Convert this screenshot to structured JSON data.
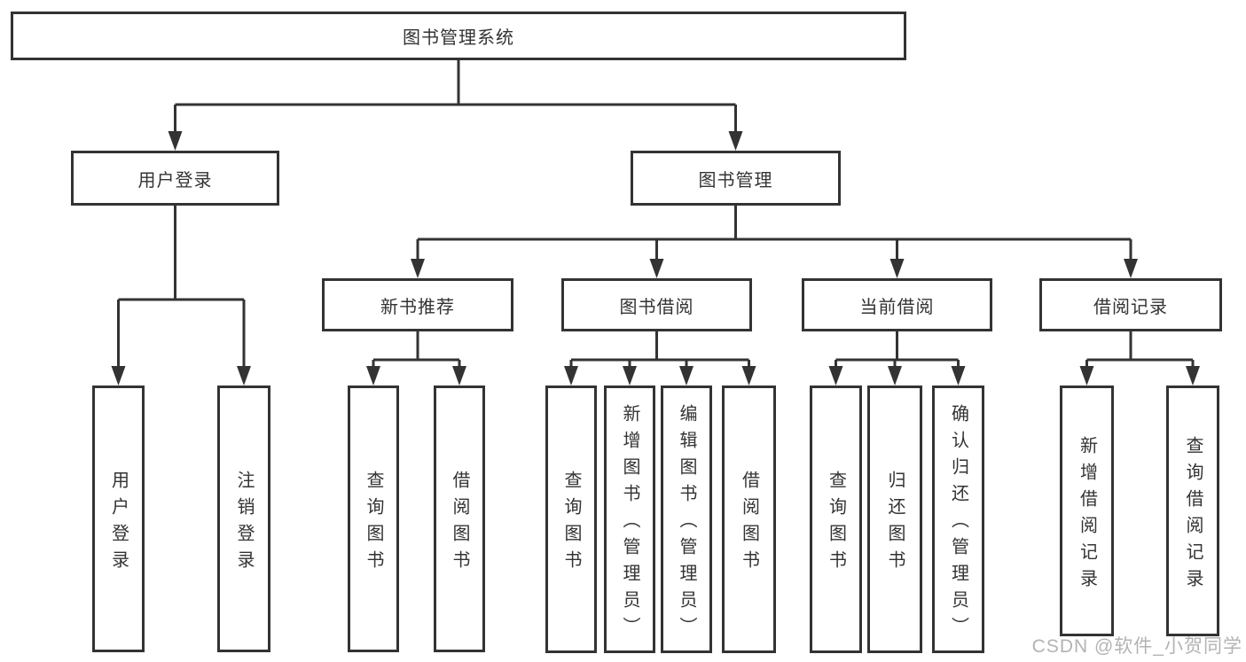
{
  "diagram": {
    "root": {
      "label": "图书管理系统"
    },
    "level2": [
      {
        "label": "用户登录"
      },
      {
        "label": "图书管理"
      }
    ],
    "level3": [
      {
        "label": "新书推荐"
      },
      {
        "label": "图书借阅"
      },
      {
        "label": "当前借阅"
      },
      {
        "label": "借阅记录"
      }
    ],
    "leaves": [
      {
        "label": "用户登录"
      },
      {
        "label": "注销登录"
      },
      {
        "label": "查询图书"
      },
      {
        "label": "借阅图书"
      },
      {
        "label": "查询图书"
      },
      {
        "label": "新增图书（管理员）"
      },
      {
        "label": "编辑图书（管理员）"
      },
      {
        "label": "借阅图书"
      },
      {
        "label": "查询图书"
      },
      {
        "label": "归还图书"
      },
      {
        "label": "确认归还（管理员）"
      },
      {
        "label": "新增借阅记录"
      },
      {
        "label": "查询借阅记录"
      }
    ],
    "watermark": "CSDN @软件_小贺同学",
    "colors": {
      "line": "#333333",
      "box_border": "#333333",
      "text": "#333333",
      "watermark": "#b3b3b3",
      "background": "#ffffff"
    }
  }
}
